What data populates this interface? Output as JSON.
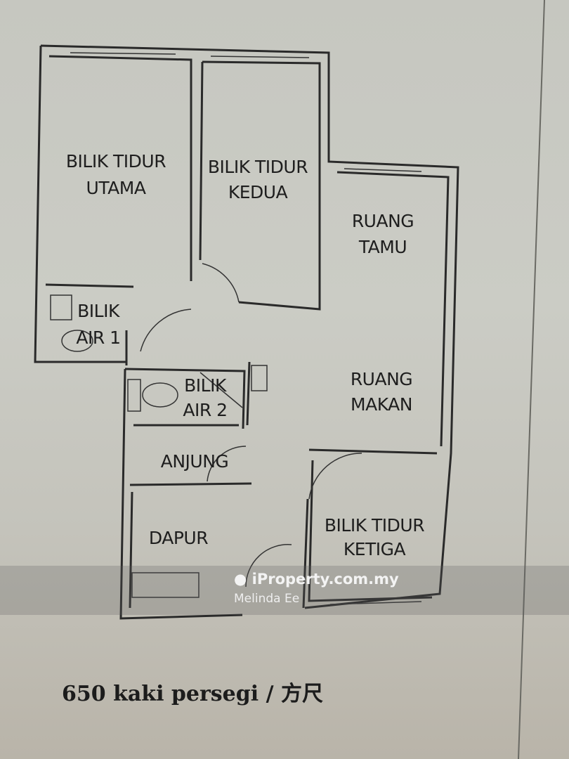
{
  "rooms": {
    "master_bedroom": [
      "BILIK TIDUR",
      "UTAMA"
    ],
    "second_bedroom": [
      "BILIK TIDUR",
      "KEDUA"
    ],
    "living_room": [
      "RUANG",
      "TAMU"
    ],
    "bathroom_1": [
      "BILIK",
      "AIR 1"
    ],
    "bathroom_2": [
      "BILIK",
      "AIR 2"
    ],
    "dining_room": [
      "RUANG",
      "MAKAN"
    ],
    "balcony": "ANJUNG",
    "kitchen": "DAPUR",
    "third_bedroom": [
      "BILIK TIDUR",
      "KETIGA"
    ]
  },
  "area_text": "650 kaki persegi / 方尺",
  "watermark": {
    "brand": "iProperty.com.my",
    "icon": "map-pin-icon",
    "user": "Melinda Ee"
  }
}
